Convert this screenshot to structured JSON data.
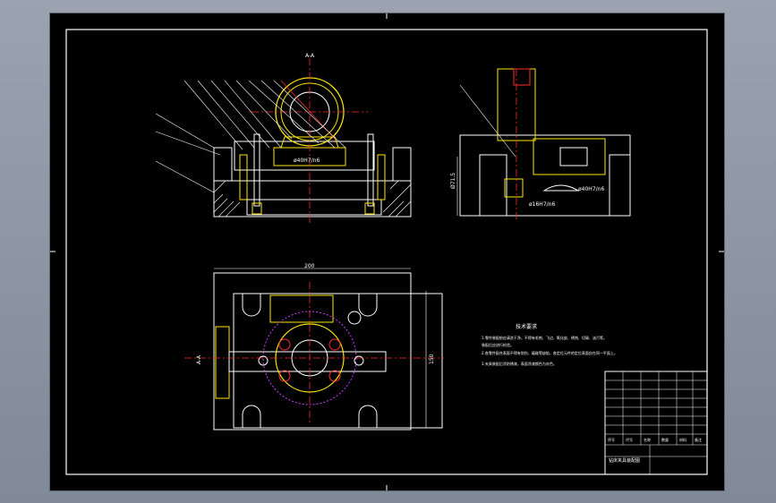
{
  "drawing": {
    "background": "#000000",
    "palette": {
      "outline": "#ffffff",
      "part": "#ffe600",
      "center_line": "#ff2b2b",
      "accent": "#d23cff",
      "cyan": "#00e5ff",
      "green": "#3cff3c"
    }
  },
  "front_view": {
    "dimension": "ø40H7/n6",
    "center_mark": "A-A"
  },
  "side_view": {
    "dimension_height": "Ø71.5",
    "dimension_fit_top": "ø40H7/n6",
    "dimension_fit_bottom": "ø16H7/n6"
  },
  "top_view": {
    "dimension_width": "200",
    "dimension_height": "150",
    "section_mark": "A-A"
  },
  "tech_notes": {
    "title": "技术要求",
    "lines": [
      "1.零件装配前应清洗干净，不得有毛刺、飞边、氧化皮、锈蚀、切屑、油污等。",
      "装配后应进行检验。",
      "2.各零件配合表面不得有划伤、磕碰等缺陷，各定位元件的定位表面应在同一平面上。",
      "3.夹具装配后涂防锈漆，表面涂漆颜色为灰色。"
    ]
  },
  "title_block": {
    "school": "",
    "drawing_name": "钻床夹具装配图",
    "cells": [
      "序号",
      "代号",
      "名称",
      "数量",
      "材料",
      "备注"
    ]
  }
}
